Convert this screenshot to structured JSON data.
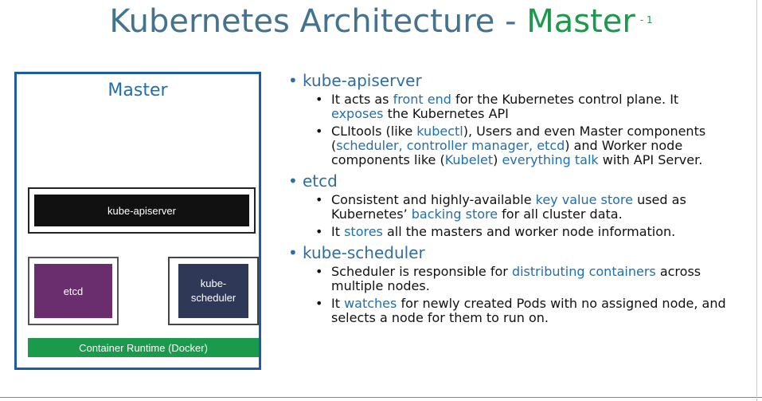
{
  "title": {
    "main": "Kubernetes Architecture - ",
    "highlight": "Master",
    "sup": "- 1"
  },
  "diagram": {
    "master_label": "Master",
    "apiserver": "kube-apiserver",
    "etcd": "etcd",
    "scheduler_line1": "kube-",
    "scheduler_line2": "scheduler",
    "runtime": "Container Runtime (Docker)"
  },
  "sections": {
    "s1": {
      "title": "kube-apiserver",
      "i1": {
        "t1": "It acts as ",
        "h1": "front end",
        "t2": " for the Kubernetes control plane. It ",
        "h2": "exposes",
        "t3": " the Kubernetes API"
      },
      "i2": {
        "t1": "CLItools (like ",
        "h1": "kubectl",
        "t2": "), Users and even Master components (",
        "h2": "scheduler, controller manager, etcd",
        "t3": ") and Worker node components like (",
        "h3": "Kubelet",
        "t4": ") ",
        "h4": "everything talk",
        "t5": " with API Server."
      }
    },
    "s2": {
      "title": "etcd",
      "i1": {
        "t1": "Consistent and highly-available ",
        "h1": "key value store",
        "t2": " used as Kubernetes’ ",
        "h2": "backing store",
        "t3": " for all cluster data."
      },
      "i2": {
        "t1": "It ",
        "h1": "stores",
        "t2": " all the masters and worker node information."
      }
    },
    "s3": {
      "title": "kube-scheduler",
      "i1": {
        "t1": "Scheduler is responsible for ",
        "h1": "distributing containers",
        "t2": " across multiple nodes."
      },
      "i2": {
        "t1": "It ",
        "h1": "watches",
        "t2": " for newly created Pods with no assigned node, and selects a node for them to run on."
      }
    }
  },
  "colors": {
    "title_blue": "#44728f",
    "accent_green": "#1a9a4a",
    "highlight_blue": "#1f6fb0",
    "etcd_purple": "#6a2e6e",
    "scheduler_navy": "#2f3856"
  }
}
